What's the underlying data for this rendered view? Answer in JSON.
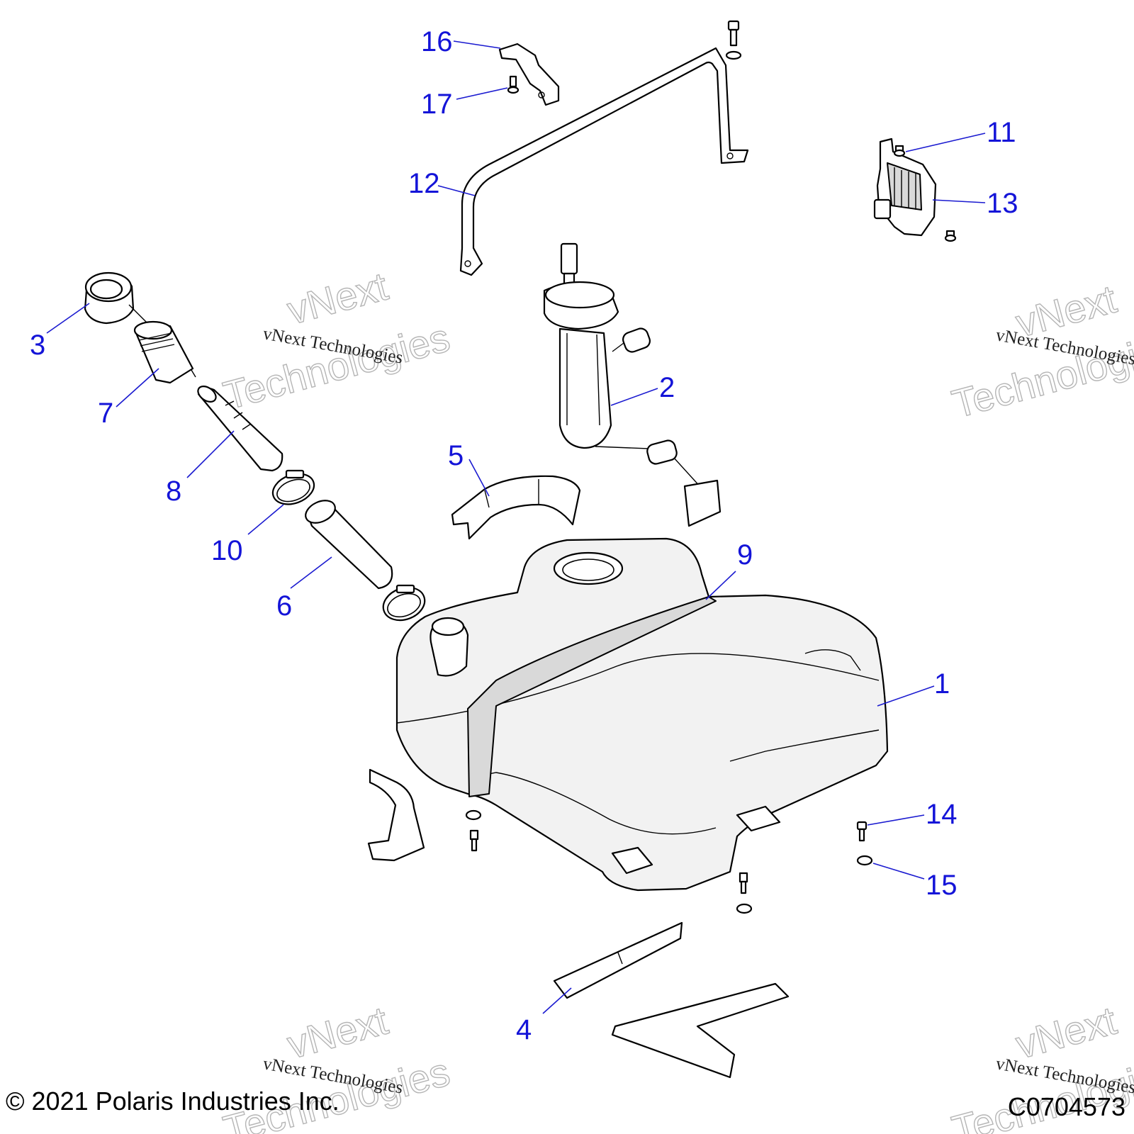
{
  "callouts": [
    {
      "n": "1"
    },
    {
      "n": "2"
    },
    {
      "n": "3"
    },
    {
      "n": "4"
    },
    {
      "n": "5"
    },
    {
      "n": "6"
    },
    {
      "n": "7"
    },
    {
      "n": "8"
    },
    {
      "n": "9"
    },
    {
      "n": "10"
    },
    {
      "n": "11"
    },
    {
      "n": "12"
    },
    {
      "n": "13"
    },
    {
      "n": "14"
    },
    {
      "n": "15"
    },
    {
      "n": "16"
    },
    {
      "n": "17"
    }
  ],
  "watermark": {
    "line": "vNext Technologies",
    "word1": "vNext",
    "word2": "Technologies"
  },
  "footer": {
    "copyright": "© 2021 Polaris Industries Inc.",
    "code": "C0704573"
  },
  "colors": {
    "callout": "#1414d8",
    "line": "#000000"
  }
}
